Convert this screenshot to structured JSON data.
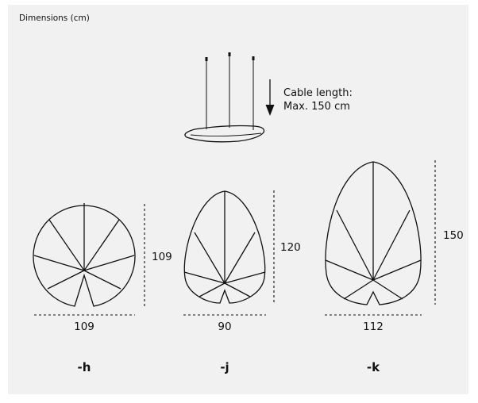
{
  "title": "Dimensions (cm)",
  "cable": {
    "line1": "Cable length:",
    "line2": "Max. 150 cm"
  },
  "variants": [
    {
      "name": "-h",
      "width": "109",
      "height": "109"
    },
    {
      "name": "-j",
      "width": "90",
      "height": "120"
    },
    {
      "name": "-k",
      "width": "112",
      "height": "150"
    }
  ],
  "colors": {
    "background": "#f1f1f1",
    "line": "#111111"
  }
}
